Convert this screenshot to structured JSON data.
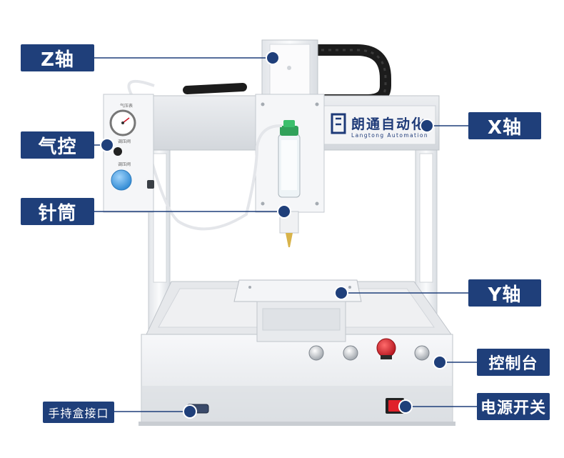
{
  "product": {
    "brand_cn": "朗通自动化",
    "brand_en": "Langtong Automation"
  },
  "callouts": [
    {
      "id": "z-axis",
      "label": "Z轴"
    },
    {
      "id": "air-control",
      "label": "气控"
    },
    {
      "id": "syringe",
      "label": "针筒"
    },
    {
      "id": "x-axis",
      "label": "X轴"
    },
    {
      "id": "y-axis",
      "label": "Y轴"
    },
    {
      "id": "control-panel",
      "label": "控制台"
    },
    {
      "id": "handheld-port",
      "label": "手持盒接口"
    },
    {
      "id": "power-switch",
      "label": "电源开关"
    }
  ],
  "panel_text": {
    "gauge_label": "气压表",
    "valve_label_1": "调压阀",
    "valve_label_2": "调压阀"
  },
  "colors": {
    "label_bg": "#1f3f7a",
    "leader": "#1f3f7a",
    "frame": "#f1f2f4",
    "brand": "#1e3a78",
    "estop": "#d8232a",
    "power": "#e0202a",
    "valve_blue": "#4ea6e6"
  }
}
